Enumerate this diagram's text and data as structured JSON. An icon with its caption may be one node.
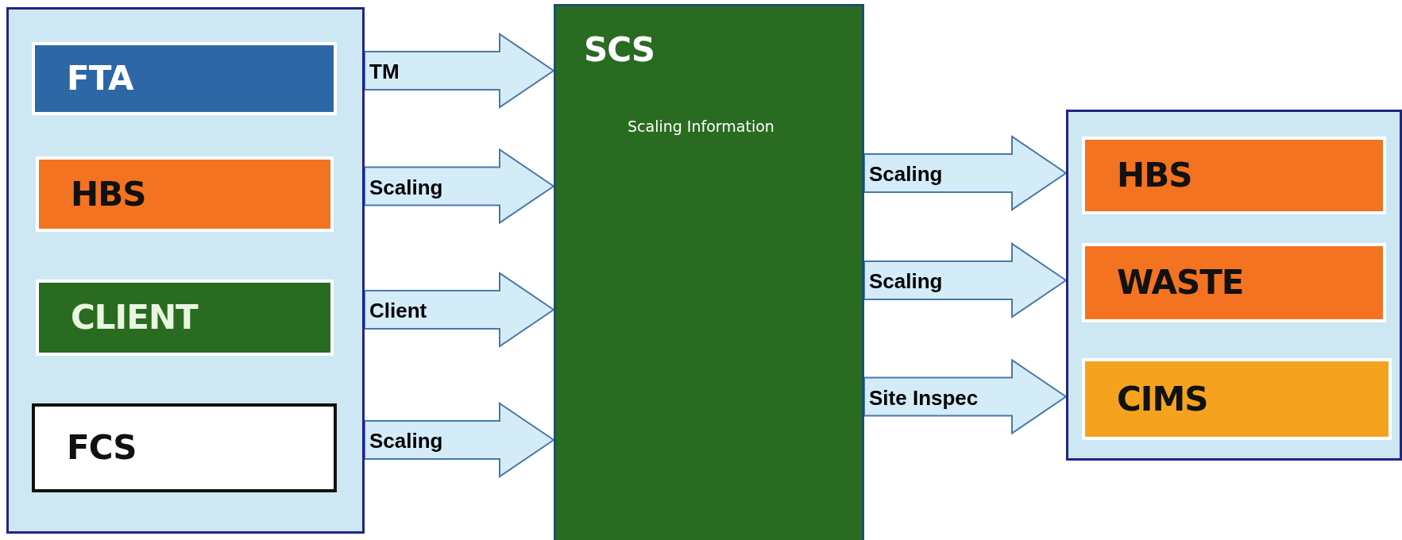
{
  "diagram": {
    "nodes": [
      {
        "text": [],
        "shape": "box"
      },
      {
        "text": [
          "FTA"
        ],
        "in": 0
      },
      {
        "text": [
          "HBS"
        ],
        "in": 0
      },
      {
        "text": [
          "CLIENT"
        ],
        "in": 0
      },
      {
        "text": [
          "FCS"
        ],
        "in": 0
      },
      {
        "text": [
          "SCS",
          "Scaling Information"
        ]
      },
      {
        "text": [],
        "shape": "box"
      },
      {
        "text": [
          "HBS"
        ],
        "in": 6
      },
      {
        "text": [
          "WASTE"
        ],
        "in": 6
      },
      {
        "text": [
          "CIMS"
        ],
        "in": 6
      }
    ],
    "edges": [
      {
        "from": 1,
        "to": 5,
        "arrow": "to",
        "label": "TM"
      },
      {
        "from": 2,
        "to": 5,
        "arrow": "to",
        "label": "Scaling"
      },
      {
        "from": 3,
        "to": 5,
        "arrow": "to",
        "label": "Client"
      },
      {
        "from": 4,
        "to": 5,
        "arrow": "to",
        "label": "Scaling"
      },
      {
        "from": 5,
        "to": 7,
        "arrow": "to",
        "label": "Scaling"
      },
      {
        "from": 5,
        "to": 8,
        "arrow": "to",
        "label": "Scaling"
      },
      {
        "from": 5,
        "to": 9,
        "arrow": "to",
        "label": "Site Inspec"
      }
    ]
  }
}
